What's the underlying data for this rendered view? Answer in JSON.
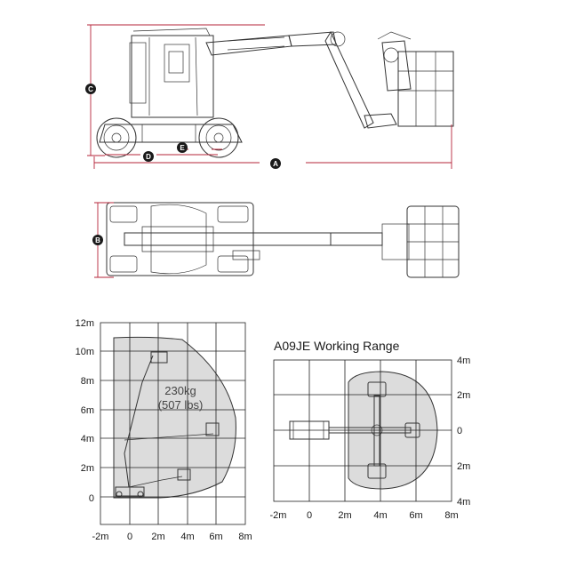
{
  "dimension_markers": [
    "A",
    "B",
    "C",
    "D",
    "E"
  ],
  "range_chart": {
    "y_ticks": [
      "12m",
      "10m",
      "8m",
      "6m",
      "4m",
      "2m",
      "0"
    ],
    "x_ticks": [
      "-2m",
      "0",
      "2m",
      "4m",
      "6m",
      "8m"
    ],
    "load_capacity": "230kg",
    "load_capacity_lbs": "(507 lbs)"
  },
  "working_range": {
    "title": "A09JE Working Range",
    "y_ticks": [
      "4m",
      "2m",
      "0",
      "2m",
      "4m"
    ],
    "x_ticks": [
      "-2m",
      "0",
      "2m",
      "4m",
      "6m",
      "8m"
    ]
  },
  "colors": {
    "dimension": "#b5253a",
    "envelope": "#dcdcdc",
    "line": "#333333"
  }
}
